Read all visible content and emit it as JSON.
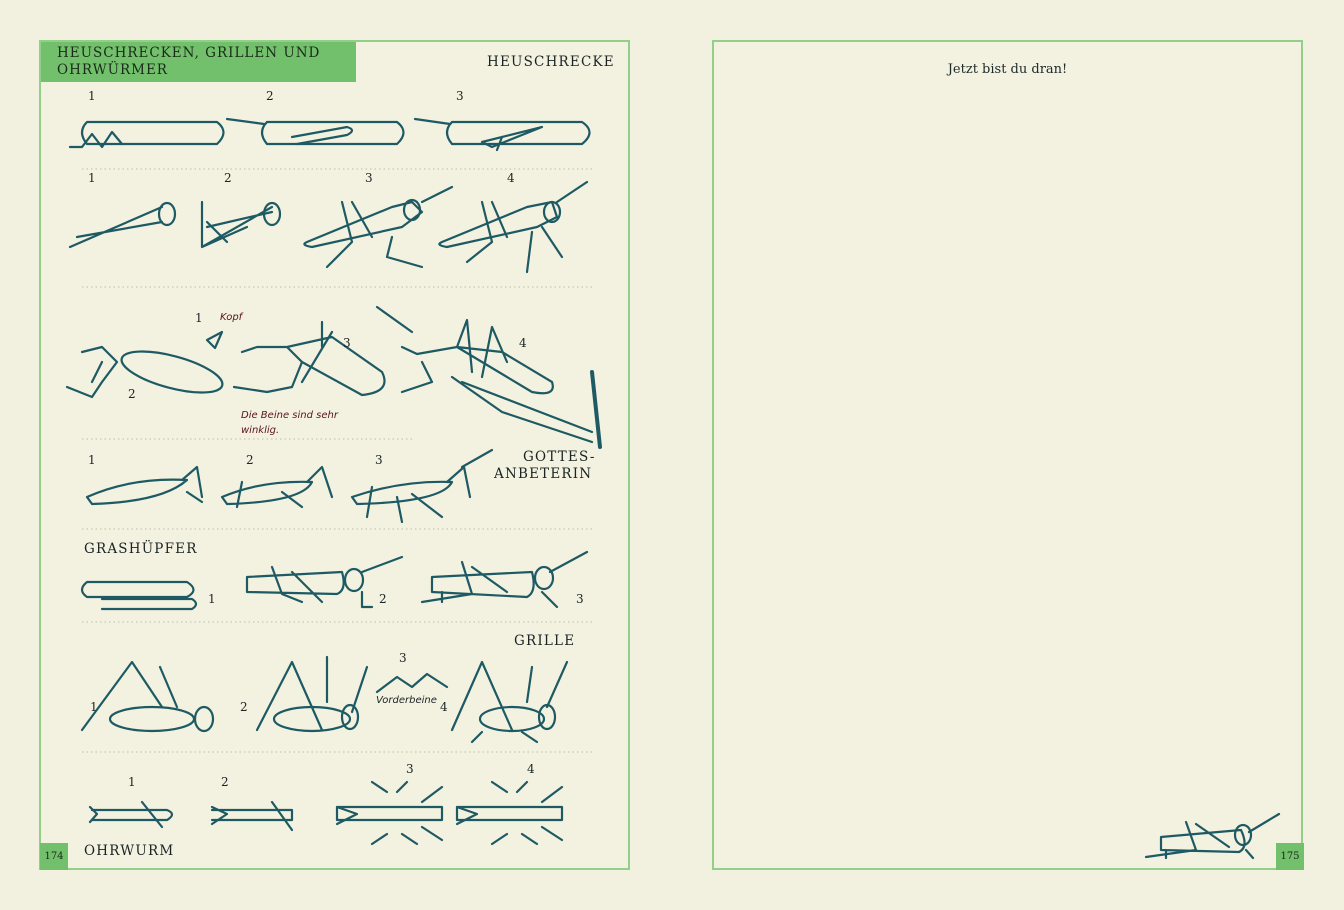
{
  "left_page": {
    "header": "HEUSCHRECKEN, GRILLEN UND OHRWÜRMER",
    "page_number": "174",
    "sections": {
      "heuschrecke": "HEUSCHRECKE",
      "gottesanbeterin_1": "GOTTES-",
      "gottesanbeterin_2": "ANBETERIN",
      "grashuepfer": "GRASHÜPFER",
      "grille": "GRILLE",
      "ohrwurm": "OHRWURM"
    },
    "annotations": {
      "kopf": "Kopf",
      "beine_1": "Die Beine sind sehr",
      "beine_2": "winklig.",
      "vorderbeine": "Vorderbeine"
    },
    "step_numbers": [
      "1",
      "2",
      "3",
      "4"
    ]
  },
  "right_page": {
    "title": "Jetzt bist du dran!",
    "page_number": "175"
  },
  "colors": {
    "green": "#72c06b",
    "border": "#92d08a",
    "ink": "#1e5a64",
    "paper": "#f3f1e0"
  }
}
